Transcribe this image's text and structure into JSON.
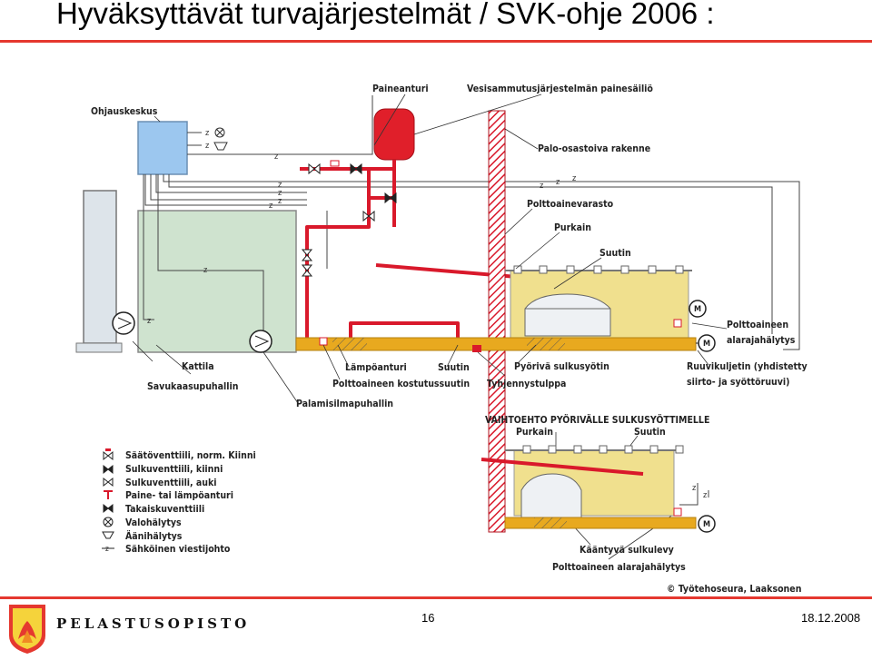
{
  "title": "Hyväksyttävät turvajärjestelmät / SVK-ohje 2006 :",
  "labels": {
    "ohjauskeskus": "Ohjauskeskus",
    "paineanturi": "Paineanturi",
    "painesailio": "Vesisammutusjärjestelmän painesäiliö",
    "palo_rakenne": "Palo-osastoiva rakenne",
    "polttoainevarasto": "Polttoainevarasto",
    "purkain": "Purkain",
    "suutin": "Suutin",
    "polttoaineen_alaraja_1": "Polttoaineen",
    "polttoaineen_alaraja_2": "alarajahälytys",
    "kattila": "Kattila",
    "savukaasupuhallin": "Savukaasupuhallin",
    "lampoanturi": "Lämpöanturi",
    "suutin2": "Suutin",
    "kostutussuutin": "Polttoaineen kostutussuutin",
    "pyoriva": "Pyörivä sulkusyötin",
    "tyhjennystulppa": "Tyhjennystulppa",
    "ruuvi_1": "Ruuvikuljetin (yhdistetty",
    "ruuvi_2": "siirto- ja syöttöruuvi)",
    "palamisilma": "Palamisilmapuhallin",
    "vaihtoehto": "VAIHTOEHTO PYÖRIVÄLLE SULKUSYÖTTIMELLE",
    "purkain2": "Purkain",
    "suutin3": "Suutin",
    "kaantyva": "Kääntyvä sulkulevy",
    "alaraja2": "Polttoaineen alarajahälytys",
    "copyright": "© Työtehoseura, Laaksonen",
    "z": "z",
    "m": "M"
  },
  "legend": [
    {
      "icon": "control-valve-icon",
      "label": "Säätöventtiili, norm. Kiinni"
    },
    {
      "icon": "shutoff-valve-closed-icon",
      "label": "Sulkuventtiili, kiinni"
    },
    {
      "icon": "shutoff-valve-open-icon",
      "label": "Sulkuventtiili, auki"
    },
    {
      "icon": "sensor-icon",
      "label": "Paine- tai lämpöanturi"
    },
    {
      "icon": "check-valve-icon",
      "label": "Takaiskuventtiili"
    },
    {
      "icon": "light-alarm-icon",
      "label": "Valohälytys"
    },
    {
      "icon": "sound-alarm-icon",
      "label": "Äänihälytys"
    },
    {
      "icon": "signal-wire-icon",
      "label": "Sähköinen viestijohto"
    }
  ],
  "footer": {
    "brand": "PELASTUSOPISTO",
    "page": "16",
    "date": "18.12.2008"
  },
  "colors": {
    "accent": "#e5382f",
    "pipe": "#d9192b",
    "boiler": "#cfe3cf",
    "control": "#9cc7ef",
    "fuel": "#f0e08e",
    "conveyor": "#e8a91f"
  }
}
